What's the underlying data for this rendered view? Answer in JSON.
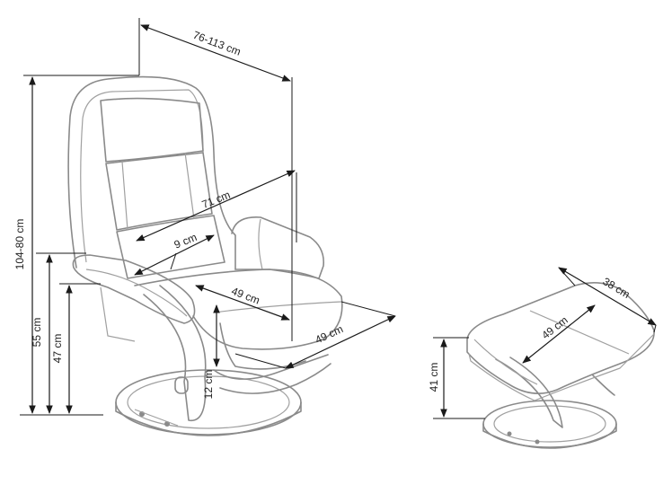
{
  "dimensions": {
    "depth_range": "76-113 cm",
    "height_range": "104-80 cm",
    "armrest_height": "55 cm",
    "seat_height": "47 cm",
    "backrest_width": "71 cm",
    "armrest_gap": "9 cm",
    "seat_depth": "49 cm",
    "seat_width": "49 cm",
    "base_clearance": "12 cm",
    "footstool_height": "41 cm",
    "footstool_depth": "49 cm",
    "footstool_width": "38 cm"
  },
  "colors": {
    "line_art": "#8a8a8a",
    "dimension_lines": "#1a1a1a",
    "background": "#ffffff"
  }
}
